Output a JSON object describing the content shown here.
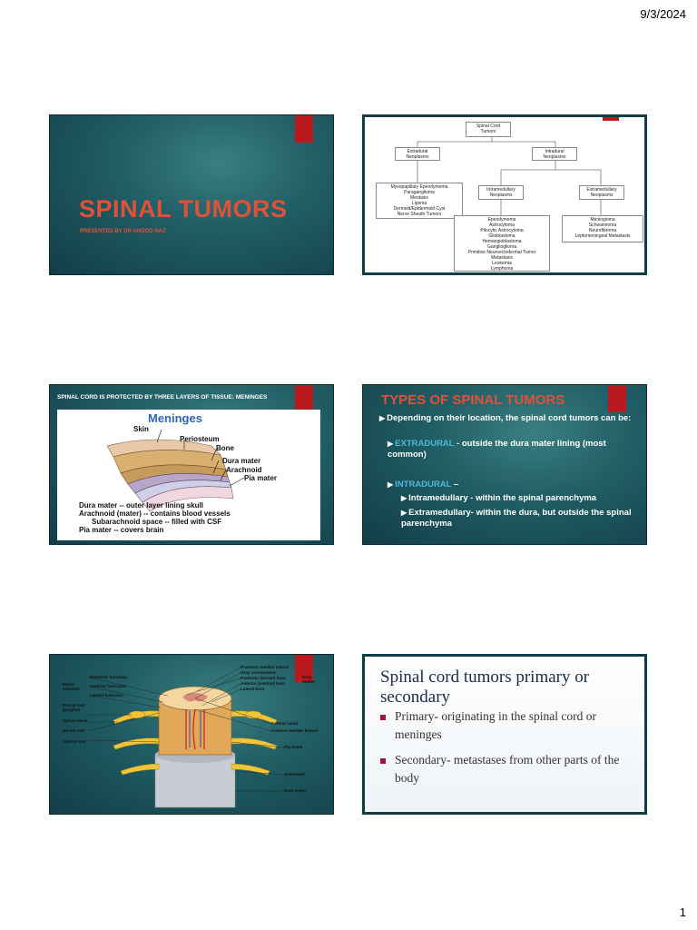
{
  "header": {
    "date": "9/3/2024"
  },
  "footer": {
    "page_number": "1"
  },
  "slides": {
    "s1": {
      "title": "SPINAL TUMORS",
      "subtitle": "PRESENTED BY DR ANOOD NAZ"
    },
    "s2": {
      "root": "Spinal Cord\nTumors",
      "extradural": "Extradural\nNeoplasms",
      "intradural": "Intradural\nNeoplasms",
      "extradural_list": "Myxopapillary Ependymoma\nParaganglioma\nMestasis\nLipoma\nDermoid/Epidermoid Cyst\nNerve Sheath Tumors",
      "intramedullary": "Intramedullary\nNeoplasms",
      "extramedullary": "Extramedullary\nNeoplasms",
      "intramedullary_list": "Ependymoma\nAstrocytoma\nPilocytic Astrocytoma\nGlioblastoma\nHemangioblastoma\nGanglioglioma\nPrimitive Neuroectodermal Tumor\nMetastasis\nLeukemia\nLymphoma",
      "extramedullary_list": "Meningioma\nSchwannoma\nNeurofibroma\nLeptomeningeal Metastasis"
    },
    "s3": {
      "header": "SPINAL CORD IS PROTECTED BY THREE LAYERS OF TISSUE: MENINGES",
      "diagram_title": "Meninges",
      "labels": {
        "skin": "Skin",
        "periosteum": "Periosteum",
        "bone": "Bone",
        "dura": "Dura mater",
        "arachnoid": "Arachnoid",
        "pia": "Pia mater"
      },
      "desc": [
        "Dura mater -- outer layer lining skull",
        "Arachnoid (mater) -- contains blood vessels",
        "Subarachnoid space -- filled with CSF",
        "Pia mater -- covers brain"
      ]
    },
    "s4": {
      "title": "TYPES OF SPINAL TUMORS",
      "intro": "Depending on their location, the spinal cord tumors can be:",
      "extradural_term": "EXTRADURAL",
      "extradural_text": " - outside the dura mater lining (most common)",
      "intradural_term": "INTRADURAL",
      "intradural_dash": " –",
      "intramedullary": "Intramedullary - within the spinal parenchyma",
      "extramedullary": "Extramedullary- within the dura, but outside the spinal parenchyma"
    },
    "s5": {
      "labels": {
        "posterior_funiculus": "Posterior funiculus",
        "white_columns": "White columns",
        "anterior_funiculus": "Anterior funiculus",
        "lateral_funiculus": "Lateral funiculus",
        "dorsal_root_ganglion": "Dorsal root ganglion",
        "spinal_nerve": "Spinal nerve",
        "dorsal_root": "Dorsal root",
        "ventral_root": "Ventral root",
        "posterior_median_sulcus": "Posterior median sulcus",
        "gray_commissure": "Gray commissure",
        "posterior_horn": "Posterior (dorsal) horn",
        "anterior_horn": "Anterior (ventral) horn",
        "lateral_horn": "Lateral horn",
        "gray_matter": "Gray matter",
        "central_canal": "Central canal",
        "anterior_median_fissure": "Anterior median fissure",
        "pia_mater": "Pia mater",
        "arachnoid": "Arachnoid",
        "dura_mater": "Dura mater"
      }
    },
    "s6": {
      "title": "Spinal cord tumors primary or secondary",
      "primary": "Primary- originating in the spinal cord or meninges",
      "secondary": "Secondary- metastases from other parts of the body"
    }
  },
  "colors": {
    "teal": "#215f66",
    "accent_red": "#b8191e",
    "title_orange": "#e0513a"
  }
}
